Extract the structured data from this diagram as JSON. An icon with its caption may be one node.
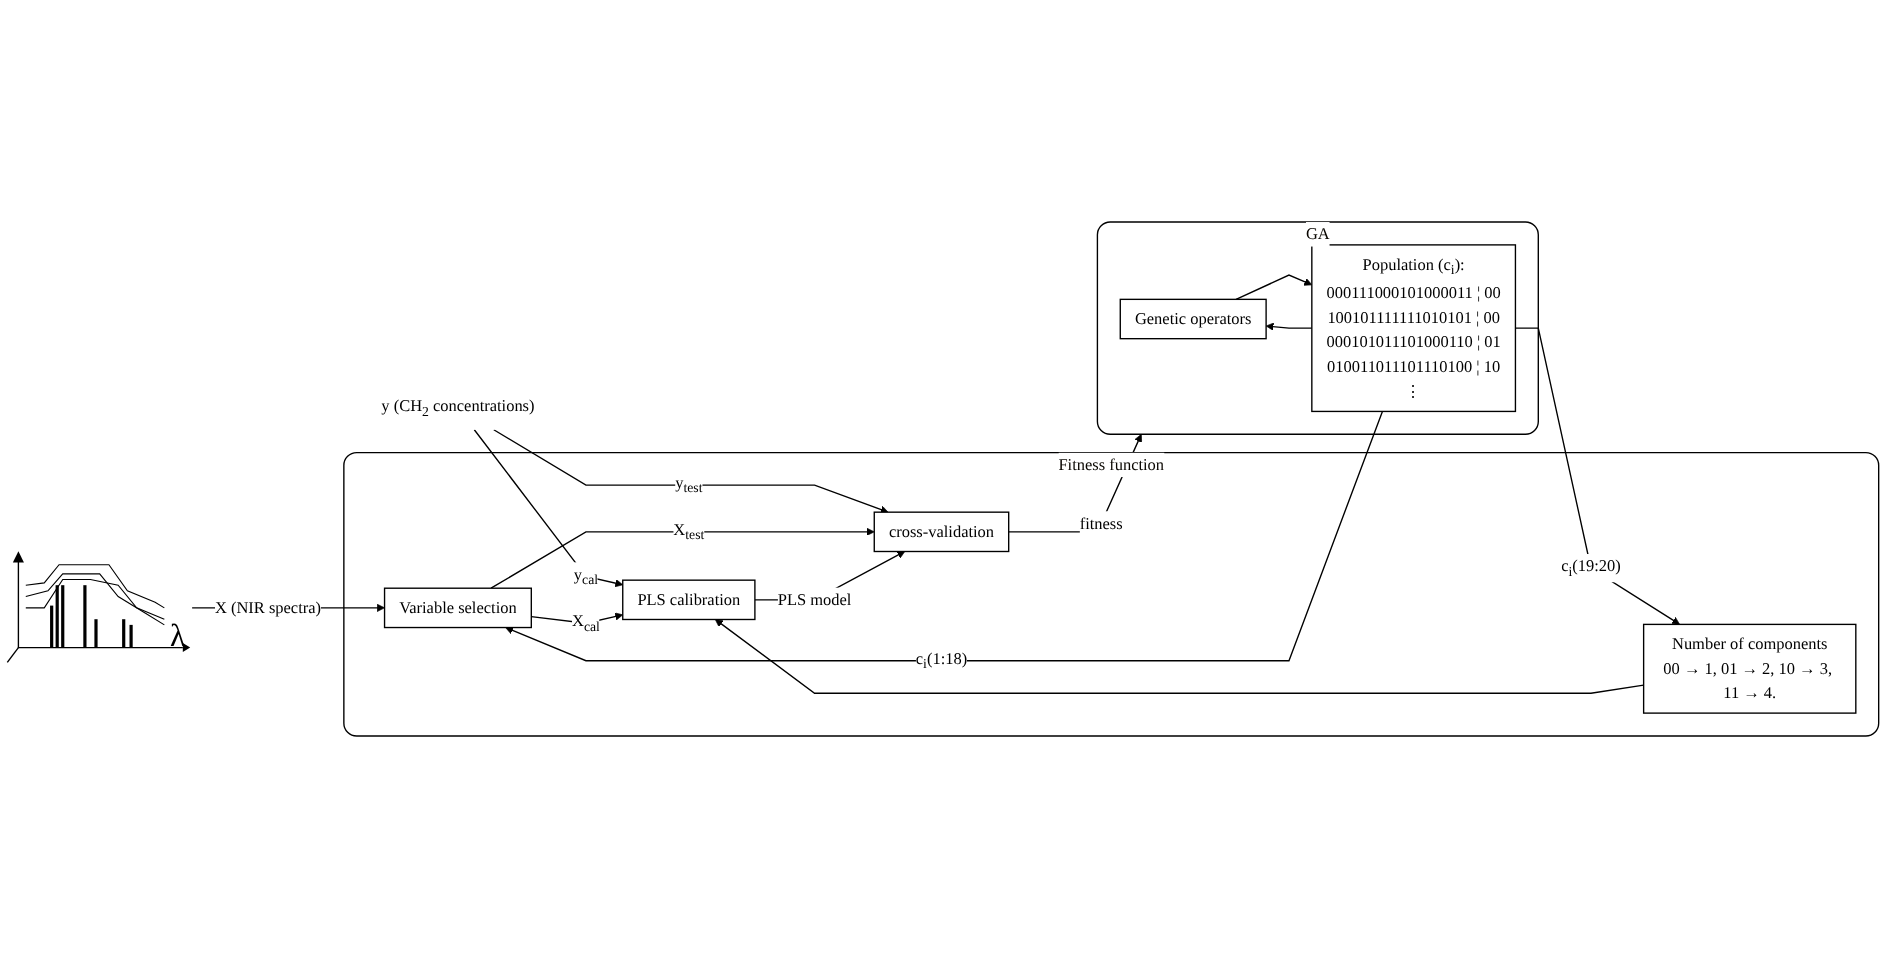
{
  "diagram": {
    "nodes": [
      {
        "text": [
          "Fitness function"
        ]
      },
      {
        "text": [
          "Variable selection"
        ],
        "in": 0
      },
      {
        "text": [
          "PLS calibration"
        ],
        "in": 0
      },
      {
        "text": [
          "Number of components",
          "00 → 1, 01 → 2, 10 → 3, 11 → 4."
        ],
        "in": 0
      },
      {
        "text": [
          "cross-validation"
        ],
        "in": 0
      },
      {
        "text": [
          "GA"
        ]
      },
      {
        "text": [
          "Genetic operators"
        ],
        "in": 5
      },
      {
        "text": [
          "Population (c$_{i}$):",
          "000111000101000011 ¦ 00",
          "100101111111010101 ¦ 00",
          "000101011101000110 ¦ 01",
          "010011011101110100 ¦ 10",
          "⋮"
        ],
        "in": 5
      },
      {
        "text": [],
        "shape": "picture"
      },
      {
        "text": [
          "y (CH$_{2}$ concentrations)"
        ]
      }
    ],
    "edges": [
      {
        "from": 8,
        "to": 1,
        "arrow": "to",
        "label": "X (NIR spectra)"
      },
      {
        "from": 7,
        "to": 1,
        "arrow": "to",
        "label": "c$_{i}$(1:18)"
      },
      {
        "from": 9,
        "to": 2,
        "arrow": "to",
        "label": "y$_{cal}$"
      },
      {
        "from": 9,
        "to": 4,
        "arrow": "to",
        "label": "y$_{test}$"
      },
      {
        "from": 1,
        "to": 2,
        "arrow": "to",
        "label": "X$_{cal}$"
      },
      {
        "from": 1,
        "to": 4,
        "arrow": "to",
        "label": "X$_{test}$"
      },
      {
        "from": 3,
        "to": 2,
        "arrow": "to"
      },
      {
        "from": 2,
        "to": 4,
        "arrow": "to",
        "label": "PLS model"
      },
      {
        "from": 7,
        "to": 3,
        "arrow": "to",
        "label": "c$_{i}$(19:20)"
      },
      {
        "from": 4,
        "to": 5,
        "arrow": "to",
        "label": "fitness"
      },
      {
        "from": 7,
        "to": 6,
        "arrow": "to"
      },
      {
        "from": 6,
        "to": 7,
        "arrow": "to"
      }
    ],
    "labels": [
      "λ"
    ]
  }
}
